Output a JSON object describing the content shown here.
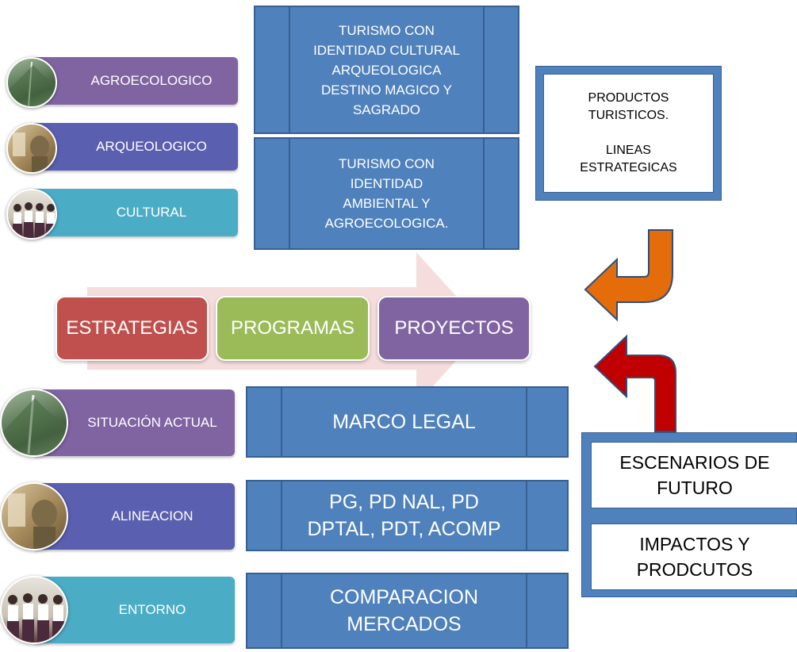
{
  "top_categories": [
    {
      "label": "AGROECOLOGICO",
      "color": "#8064a2",
      "image": "mountain-waterfall"
    },
    {
      "label": "ARQUEOLOGICO",
      "color": "#5b5fb0",
      "image": "archaeological-statue"
    },
    {
      "label": "CULTURAL",
      "color": "#4bacc6",
      "image": "people-group"
    }
  ],
  "top_boxes": [
    {
      "lines": [
        "TURISMO CON",
        "IDENTIDAD CULTURAL",
        "ARQUEOLOGICA",
        "DESTINO MAGICO Y",
        "SAGRADO"
      ]
    },
    {
      "lines": [
        "TURISMO CON",
        "IDENTIDAD",
        "AMBIENTAL Y",
        "AGROECOLOGICA."
      ]
    }
  ],
  "products_box": {
    "lines": [
      "PRODUCTOS",
      "TURISTICOS.",
      "",
      "LINEAS",
      "ESTRATEGICAS"
    ]
  },
  "stages": [
    {
      "label": "ESTRATEGIAS",
      "color": "#c0504d"
    },
    {
      "label": "PROGRAMAS",
      "color": "#9bbb59"
    },
    {
      "label": "PROYECTOS",
      "color": "#8064a2"
    }
  ],
  "bottom_categories": [
    {
      "label": "SITUACIÓN ACTUAL",
      "color": "#8064a2",
      "image": "mountain-waterfall"
    },
    {
      "label": "ALINEACION",
      "color": "#5b5fb0",
      "image": "archaeological-statue"
    },
    {
      "label": "ENTORNO",
      "color": "#4bacc6",
      "image": "people-group"
    }
  ],
  "bottom_boxes": [
    {
      "lines": [
        "MARCO LEGAL"
      ]
    },
    {
      "lines": [
        "PG, PD NAL, PD",
        "DPTAL, PDT, ACOMP"
      ]
    },
    {
      "lines": [
        "COMPARACION",
        "MERCADOS"
      ]
    }
  ],
  "right_boxes": [
    {
      "lines": [
        "ESCENARIOS DE",
        "FUTURO"
      ]
    },
    {
      "lines": [
        "IMPACTOS Y",
        "PRODCUTOS"
      ]
    }
  ],
  "colors": {
    "arrow_orange": "#e46c0a",
    "arrow_red": "#c00000",
    "box_blue": "#4f81bd",
    "box_border": "#375f91",
    "big_arrow": "#f2d7d5"
  }
}
